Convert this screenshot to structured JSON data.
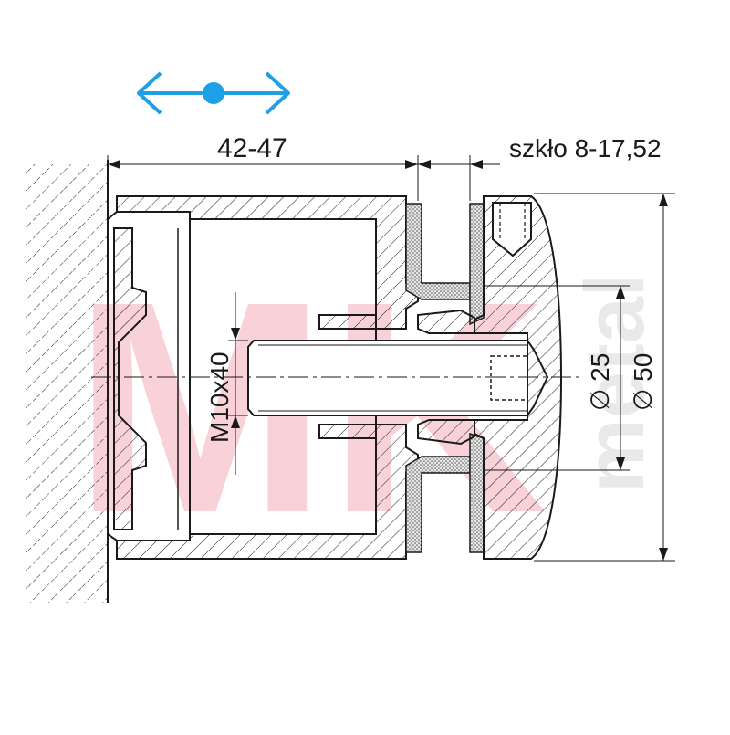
{
  "watermark": {
    "brand": "MK",
    "sub": "metal"
  },
  "dimensions": {
    "wall_distance": "42-47",
    "glass_thickness": "szkło 8-17,52",
    "bolt": "M10x40",
    "inner_diameter": "∅ 25",
    "outer_diameter": "∅ 50"
  },
  "colors": {
    "line": "#1a1a1a",
    "accent_arrow": "#1ea0e6",
    "watermark": "#f7c9d3",
    "gasket": "#dcdcdc"
  },
  "icons": {
    "adjust": "double-arrow-adjust-icon"
  }
}
